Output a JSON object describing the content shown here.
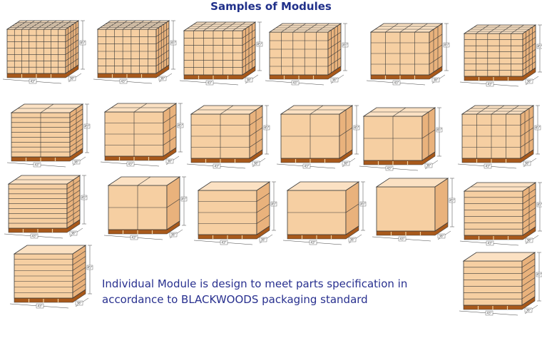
{
  "title": "Samples of Modules",
  "caption_lines": [
    "Individual Module is design to meet parts specification in",
    "accordance to BLACKWOODS packaging standard"
  ],
  "colors": {
    "title": "#20308a",
    "caption": "#28308f",
    "box_front": "#f6cfa2",
    "box_side": "#e9b27c",
    "box_top": "#fbe1c3",
    "pallet": "#a8591b",
    "outline": "#3a3a3a"
  },
  "modules": [
    {
      "id": 1,
      "cols": 8,
      "rows": 7,
      "depth": 5,
      "dim_height": "45\"",
      "dim_width": "43\"",
      "dim_depth": "38\""
    },
    {
      "id": 2,
      "cols": 7,
      "rows": 6,
      "depth": 5,
      "dim_height": "45\"",
      "dim_width": "43\"",
      "dim_depth": "38\""
    },
    {
      "id": 3,
      "cols": 6,
      "rows": 6,
      "depth": 4,
      "dim_height": "45\"",
      "dim_width": "43\"",
      "dim_depth": "38\""
    },
    {
      "id": 4,
      "cols": 5,
      "rows": 5,
      "depth": 4,
      "dim_height": "45\"",
      "dim_width": "43\"",
      "dim_depth": "38\""
    },
    {
      "id": 5,
      "cols": 4,
      "rows": 4,
      "depth": 3,
      "dim_height": "45\"",
      "dim_width": "43\"",
      "dim_depth": "38\""
    },
    {
      "id": 6,
      "cols": 5,
      "rows": 7,
      "depth": 4,
      "dim_height": "45\"",
      "dim_width": "43\"",
      "dim_depth": "38\""
    },
    {
      "id": 7,
      "cols": 2,
      "rows": 9,
      "depth": 2,
      "dim_height": "45\"",
      "dim_width": "43\"",
      "dim_depth": "38\""
    },
    {
      "id": 8,
      "cols": 2,
      "rows": 4,
      "depth": 2,
      "dim_height": "45\"",
      "dim_width": "43\"",
      "dim_depth": "38\""
    },
    {
      "id": 9,
      "cols": 2,
      "rows": 4,
      "depth": 2,
      "dim_height": "45\"",
      "dim_width": "43\"",
      "dim_depth": "38\""
    },
    {
      "id": 10,
      "cols": 2,
      "rows": 2,
      "depth": 2,
      "dim_height": "45\"",
      "dim_width": "43\"",
      "dim_depth": "38\""
    },
    {
      "id": 11,
      "cols": 2,
      "rows": 2,
      "depth": 2,
      "dim_height": "45\"",
      "dim_width": "43\"",
      "dim_depth": "38\""
    },
    {
      "id": 12,
      "cols": 4,
      "rows": 4,
      "depth": 3,
      "dim_height": "45\"",
      "dim_width": "43\"",
      "dim_depth": "38\""
    },
    {
      "id": 13,
      "cols": 1,
      "rows": 9,
      "depth": 2,
      "dim_height": "45\"",
      "dim_width": "43\"",
      "dim_depth": "38\""
    },
    {
      "id": 14,
      "cols": 2,
      "rows": 2,
      "depth": 1,
      "dim_height": "45\"",
      "dim_width": "43\"",
      "dim_depth": "38\""
    },
    {
      "id": 15,
      "cols": 1,
      "rows": 4,
      "depth": 1,
      "dim_height": "45\"",
      "dim_width": "43\"",
      "dim_depth": "38\""
    },
    {
      "id": 16,
      "cols": 1,
      "rows": 2,
      "depth": 1,
      "dim_height": "45\"",
      "dim_width": "43\"",
      "dim_depth": "38\""
    },
    {
      "id": 17,
      "cols": 1,
      "rows": 1,
      "depth": 1,
      "dim_height": "45\"",
      "dim_width": "43\"",
      "dim_depth": "38\""
    },
    {
      "id": 18,
      "cols": 1,
      "rows": 7,
      "depth": 2,
      "dim_height": "45\"",
      "dim_width": "43\"",
      "dim_depth": "38\""
    },
    {
      "id": 19,
      "cols": 1,
      "rows": 8,
      "depth": 1,
      "dim_height": "45\"",
      "dim_width": "43\"",
      "dim_depth": "38\""
    },
    {
      "id": 20,
      "cols": 1,
      "rows": 7,
      "depth": 1,
      "dim_height": "45\"",
      "dim_width": "43\"",
      "dim_depth": "38\""
    }
  ]
}
